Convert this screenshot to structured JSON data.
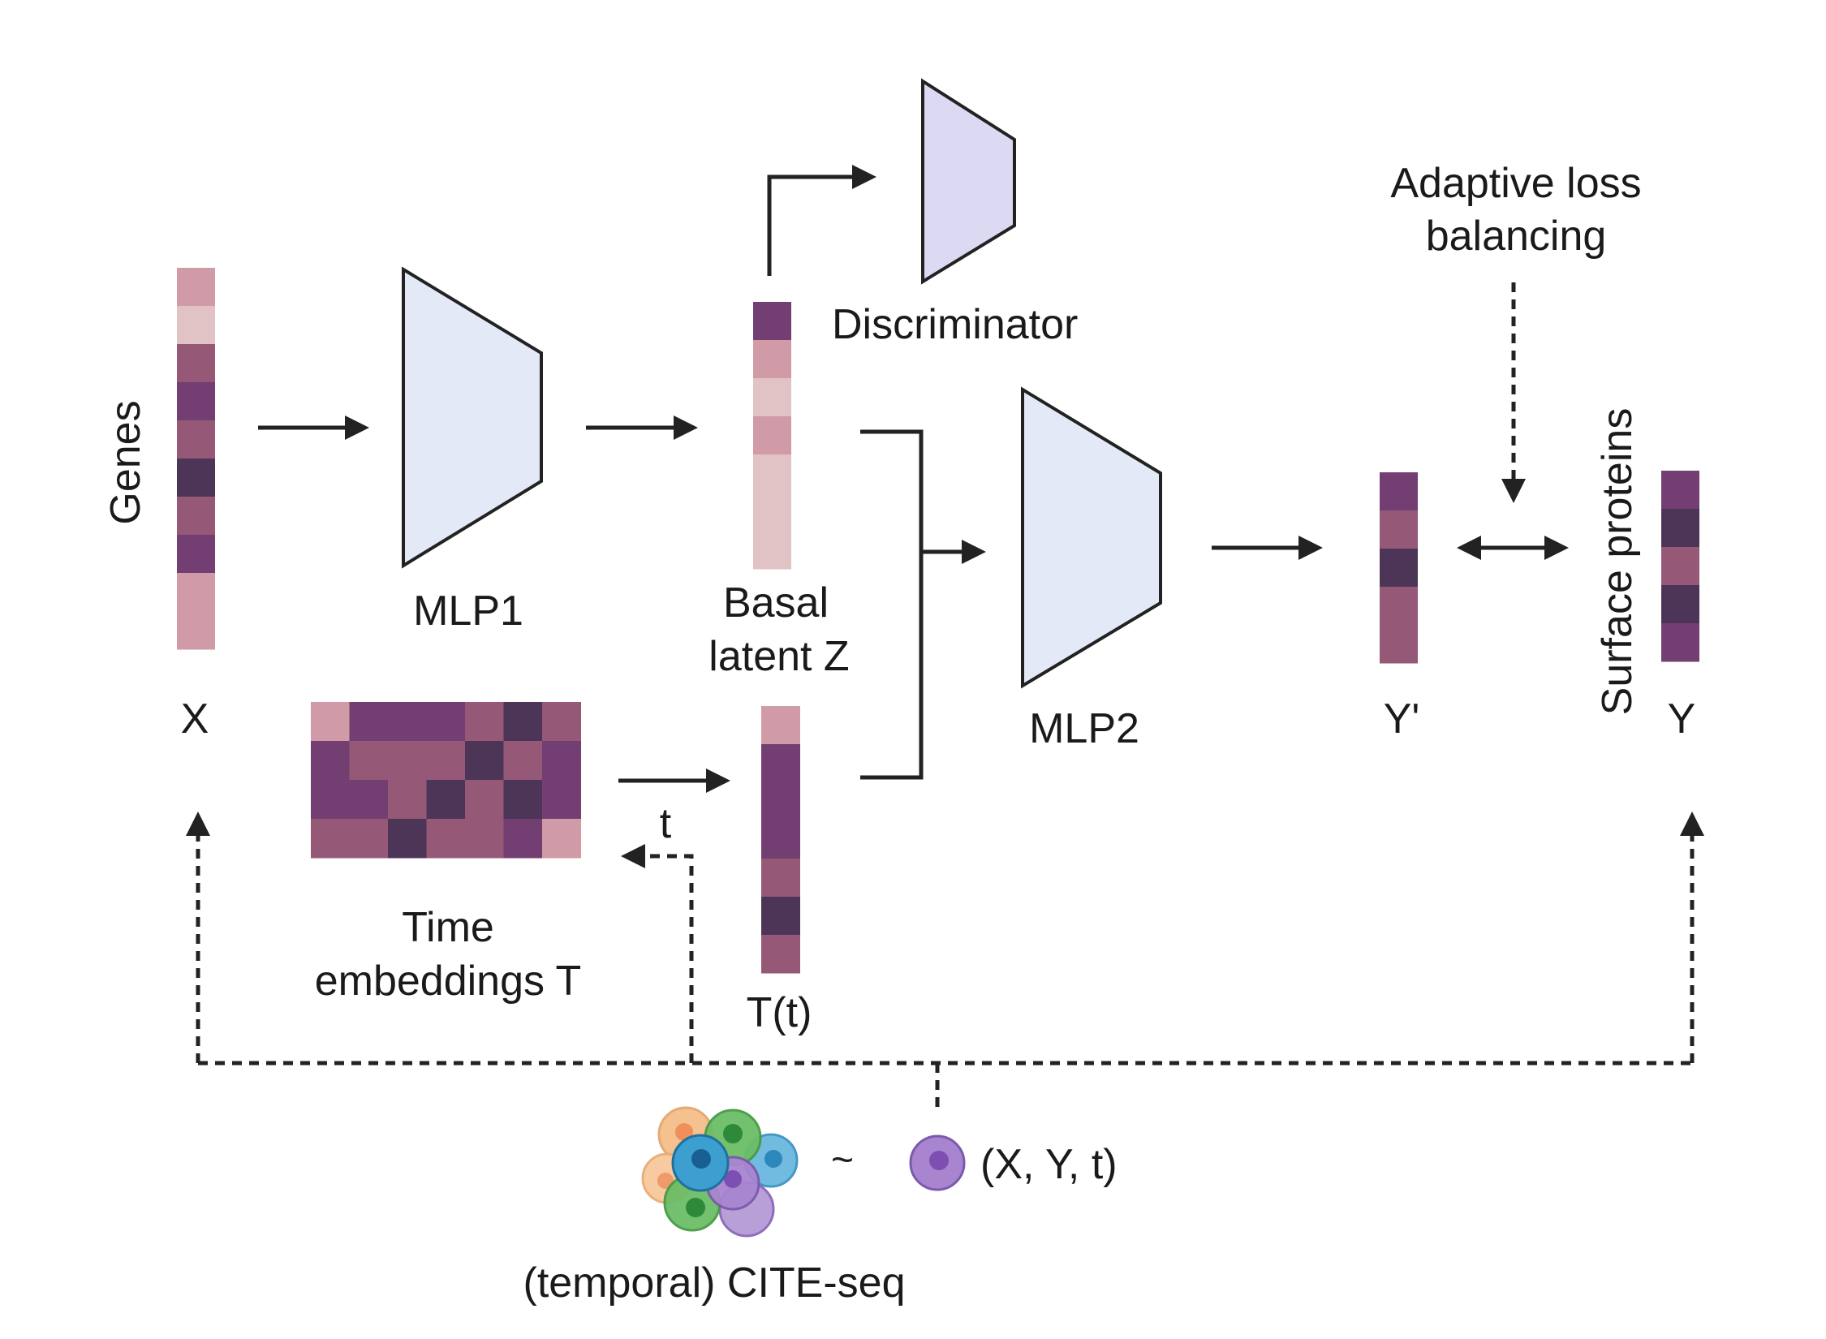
{
  "labels": {
    "genes": "Genes",
    "x": "X",
    "mlp1": "MLP1",
    "basal_line1": "Basal",
    "basal_line2": "latent Z",
    "discriminator": "Discriminator",
    "adaptive_line1": "Adaptive loss",
    "adaptive_line2": "balancing",
    "surface_proteins": "Surface proteins",
    "mlp2": "MLP2",
    "y_pred": "Y'",
    "y": "Y",
    "time_line1": "Time",
    "time_line2": "embeddings T",
    "t": "t",
    "tt": "T(t)",
    "tilde": "~",
    "sample": "(X, Y, t)",
    "cite": "(temporal) CITE-seq"
  },
  "colors": {
    "mlp_fill": "#e4e9f8",
    "disc_fill": "#dcd9f2",
    "stroke": "#222222",
    "shade_light": "#e2c3c5",
    "shade_pink": "#d09aa6",
    "shade_mauve": "#955877",
    "shade_purple": "#733f72",
    "shade_dark": "#4d3558",
    "cell_orange": "#f4be8a",
    "cell_green": "#5db15b",
    "cell_blue": "#3d9fcf",
    "cell_purple": "#9d76c1"
  },
  "icons": {
    "mlp1": "trapezoid-encoder-icon",
    "mlp2": "trapezoid-decoder-icon",
    "discriminator": "trapezoid-discriminator-icon",
    "cells": "cell-cluster-icon",
    "cell": "single-cell-icon"
  },
  "vectors": {
    "genes": [
      "pink",
      "light",
      "mauve",
      "purple",
      "mauve",
      "dark",
      "mauve",
      "purple",
      "pink",
      "pink"
    ],
    "latent_z": [
      "purple",
      "pink",
      "light",
      "pink",
      "light",
      "light",
      "light"
    ],
    "tt": [
      "pink",
      "purple",
      "purple",
      "purple",
      "mauve",
      "dark",
      "mauve"
    ],
    "y_pred": [
      "purple",
      "mauve",
      "dark",
      "mauve",
      "mauve"
    ],
    "y": [
      "purple",
      "dark",
      "mauve",
      "dark",
      "purple"
    ]
  },
  "time_matrix": [
    [
      "pink",
      "purple",
      "purple",
      "purple",
      "mauve",
      "dark",
      "mauve"
    ],
    [
      "purple",
      "mauve",
      "mauve",
      "mauve",
      "dark",
      "mauve",
      "purple"
    ],
    [
      "purple",
      "purple",
      "mauve",
      "dark",
      "mauve",
      "dark",
      "purple"
    ],
    [
      "mauve",
      "mauve",
      "dark",
      "mauve",
      "mauve",
      "purple",
      "pink"
    ]
  ]
}
